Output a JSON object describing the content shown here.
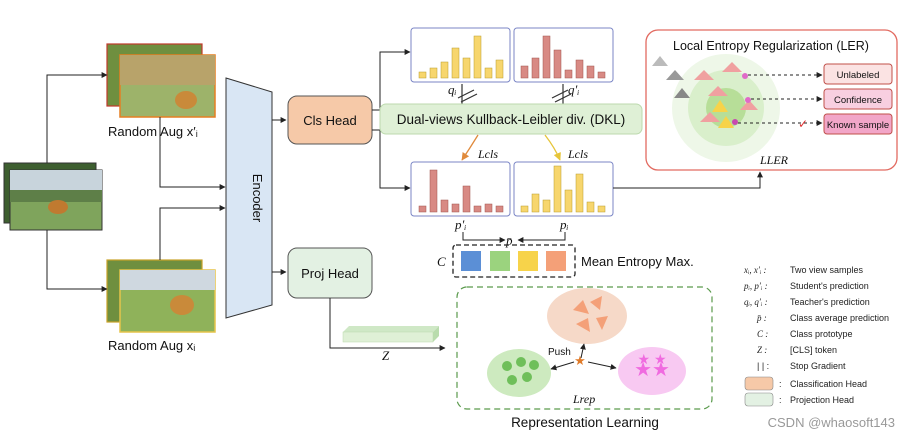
{
  "colors": {
    "cls_head_fill": "#f6c9a8",
    "proj_head_fill": "#e3f1e3",
    "encoder_fill": "#d9e6f4",
    "dkl_fill": "#dff0d6",
    "ler_border": "#e26a60",
    "rep_border": "#5a9a4c",
    "bar_yellow": "#f7d66d",
    "bar_pink": "#d88a84",
    "proto_blue": "#5b8fd6",
    "proto_green": "#9bd37e",
    "proto_yellow": "#f7d34a",
    "proto_orange": "#f4a078",
    "sample_peach": "#f6c6ad",
    "sample_green": "#b9e0a6",
    "sample_pink": "#f4b5ec"
  },
  "labels": {
    "random_aug_prime": "Random Aug x′ᵢ",
    "random_aug": "Random Aug xᵢ",
    "encoder": "Encoder",
    "cls_head": "Cls Head",
    "proj_head": "Proj Head",
    "dkl": "Dual-views Kullback-Leibler div. (DKL)",
    "q_i": "qᵢ",
    "q_i_prime": "q′ᵢ",
    "p_i": "pᵢ",
    "p_i_prime": "p′ᵢ",
    "p_bar": "p̄",
    "l_cls": "Lcls",
    "l_cls_2": "Lcls",
    "C": "C",
    "mean_entropy": "Mean Entropy Max.",
    "z": "Z",
    "push": "Push",
    "l_rep": "Lrep",
    "rep_title": "Representation Learning"
  },
  "ler": {
    "title": "Local Entropy Regularization (LER)",
    "boxes": [
      "Unlabeled",
      "Confidence",
      "Known sample"
    ],
    "loss": "LLER"
  },
  "legend": [
    {
      "symbol": "xᵢ, x′ᵢ :",
      "text": "Two view samples"
    },
    {
      "symbol": "pᵢ, p′ᵢ :",
      "text": "Student's prediction"
    },
    {
      "symbol": "qᵢ, q′ᵢ :",
      "text": "Teacher's prediction"
    },
    {
      "symbol": "p̄ :",
      "text": "Class average prediction"
    },
    {
      "symbol": "C :",
      "text": "Class prototype"
    },
    {
      "symbol": "Z :",
      "text": "[CLS] token"
    },
    {
      "symbol": "| | :",
      "text": "Stop Gradient"
    },
    {
      "symbol": ":",
      "text": "Classification Head"
    },
    {
      "symbol": ":",
      "text": "Projection Head"
    }
  ],
  "watermark": "CSDN @whaosoft143"
}
